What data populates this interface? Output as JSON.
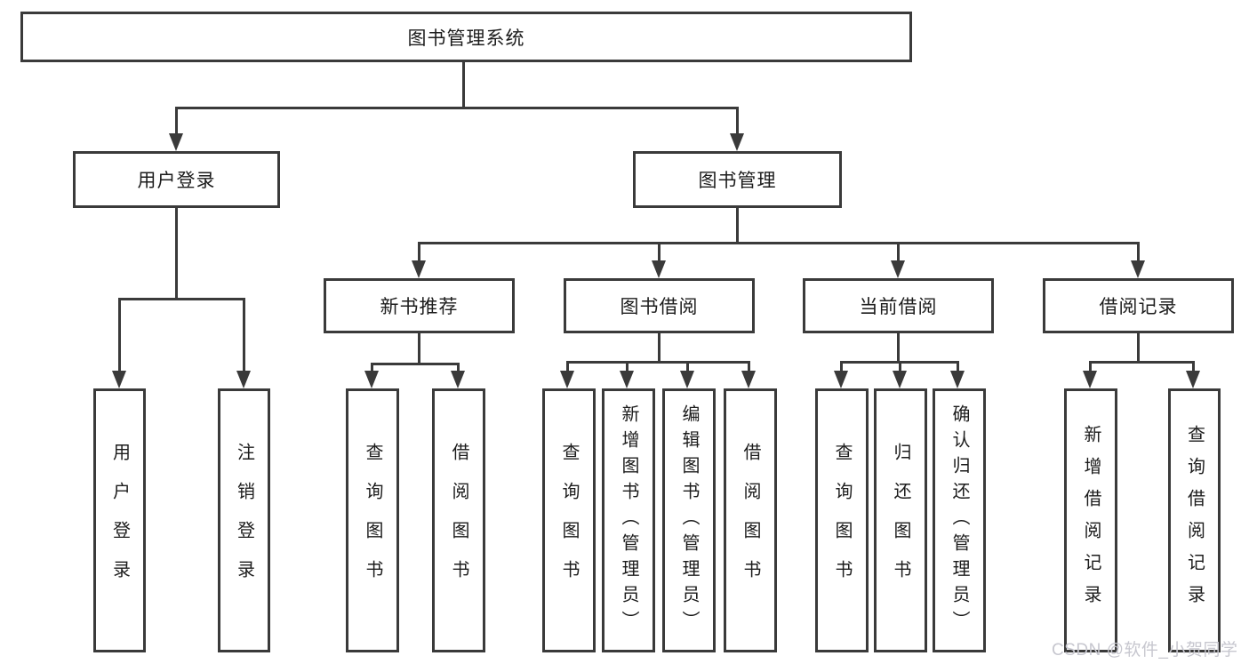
{
  "diagram": {
    "title_node": {
      "label": "图书管理系统"
    },
    "level2": [
      {
        "label": "用户登录"
      },
      {
        "label": "图书管理"
      }
    ],
    "level3": [
      {
        "label": "新书推荐"
      },
      {
        "label": "图书借阅"
      },
      {
        "label": "当前借阅"
      },
      {
        "label": "借阅记录"
      }
    ],
    "leaves": {
      "user_login": [
        {
          "label": "用户登录"
        },
        {
          "label": "注销登录"
        }
      ],
      "new_book": [
        {
          "label": "查询图书"
        },
        {
          "label": "借阅图书"
        }
      ],
      "book_borrow": [
        {
          "label": "查询图书"
        },
        {
          "label": "新增图书（管理员）"
        },
        {
          "label": "编辑图书（管理员）"
        },
        {
          "label": "借阅图书"
        }
      ],
      "current_borrow": [
        {
          "label": "查询图书"
        },
        {
          "label": "归还图书"
        },
        {
          "label": "确认归还（管理员）"
        }
      ],
      "borrow_record": [
        {
          "label": "新增借阅记录"
        },
        {
          "label": "查询借阅记录"
        }
      ]
    },
    "colors": {
      "line": "#3a3a3a",
      "text": "#1c1c1c",
      "watermark": "#c7c7cf"
    },
    "watermark": "CSDN @软件_小贺同学"
  }
}
